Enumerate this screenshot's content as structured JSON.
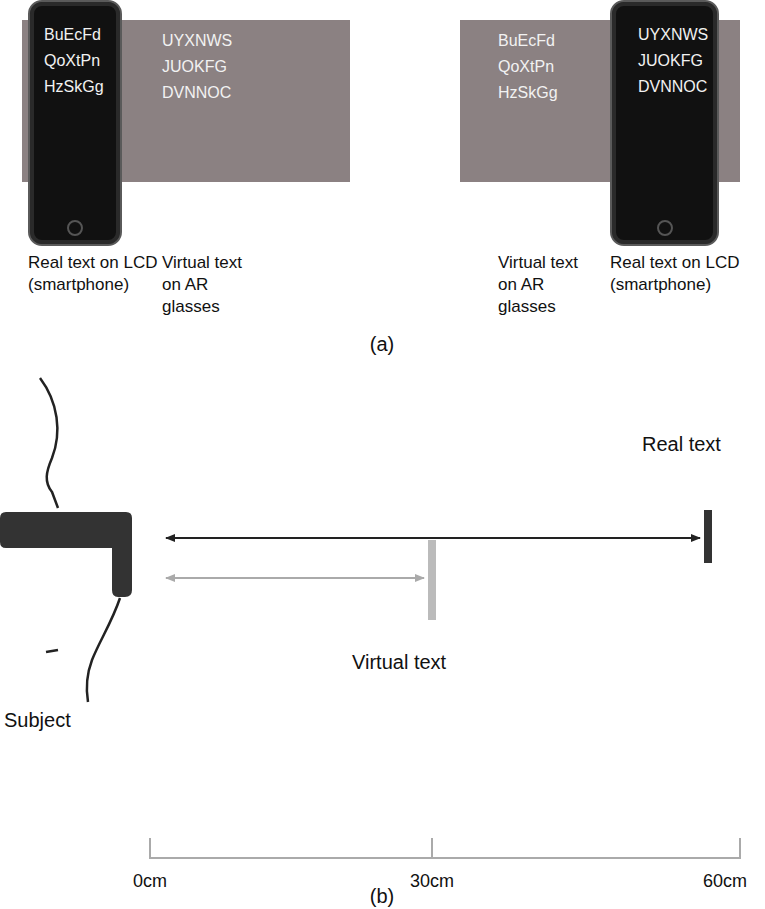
{
  "diagram": {
    "nodes": [
      {
        "text": [
          "BuEcFd QoXtPn HzSkGg"
        ]
      },
      {
        "text": [
          "UYXNWS JUOKFG DVNNOC"
        ]
      },
      {
        "text": [
          "BuEcFd QoXtPn HzSkGg"
        ]
      },
      {
        "text": [
          "UYXNWS JUOKFG DVNNOC"
        ]
      }
    ],
    "labels": [
      "Real text on LCD (smartphone)",
      "Virtual text on AR glasses",
      "Virtual text on AR glasses",
      "Real text on LCD (smartphone)",
      "(a)",
      "Real text",
      "Virtual text",
      "Subject",
      "0cm",
      "30cm",
      "60cm",
      "(b)"
    ]
  }
}
